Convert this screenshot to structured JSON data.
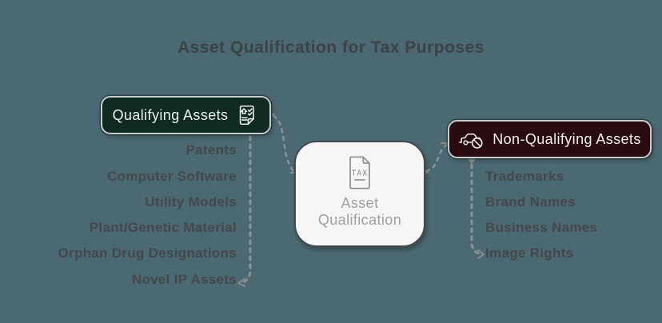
{
  "title": "Asset Qualification for Tax Purposes",
  "center": {
    "line1": "Asset",
    "line2": "Qualification",
    "icon_label": "TAX",
    "icon": "tax-document-icon"
  },
  "qualifying": {
    "label": "Qualifying Assets",
    "icon": "approved-document-icon",
    "items": [
      "Patents",
      "Computer Software",
      "Utility Models",
      "Plant/Genetic Material",
      "Orphan Drug Designations",
      "Novel IP Assets"
    ]
  },
  "non_qualifying": {
    "label": "Non-Qualifying Assets",
    "icon": "car-prohibited-icon",
    "items": [
      "Trademarks",
      "Brand Names",
      "Business Names",
      "Image Rights"
    ]
  },
  "colors": {
    "background": "#4b6972",
    "title_text": "#3c4347",
    "qualifying_fill": "#0e2a23",
    "non_qualifying_fill": "#2a0c10",
    "node_border": "#c6cdcb",
    "node_text": "#edf1ef",
    "center_fill": "#f7f6f4",
    "center_border": "#42484b",
    "center_text": "#9da0a2",
    "item_text": "#44484a",
    "connector": "#8d9396"
  }
}
